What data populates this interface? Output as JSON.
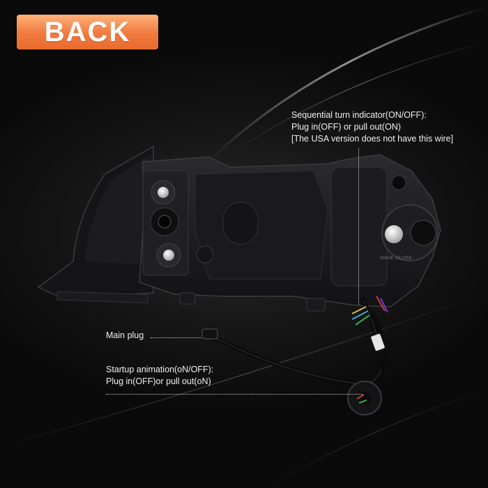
{
  "badge": {
    "label": "BACK"
  },
  "callouts": {
    "sequential": {
      "line1": "Sequential turn indicator(ON/OFF):",
      "line2": "Plug in(OFF) or pull out(ON)",
      "line3": "[The USA version does not have this wire]"
    },
    "main_plug": {
      "label": "Main plug"
    },
    "startup": {
      "line1": "Startup animation(oN/OFF):",
      "line2": "Plug in(OFF)or pull out(oN)"
    }
  },
  "colors": {
    "badge_orange": "#f07a3e",
    "housing": "#1a1a1c",
    "background": "#101010",
    "text": "#f0f0f0"
  }
}
